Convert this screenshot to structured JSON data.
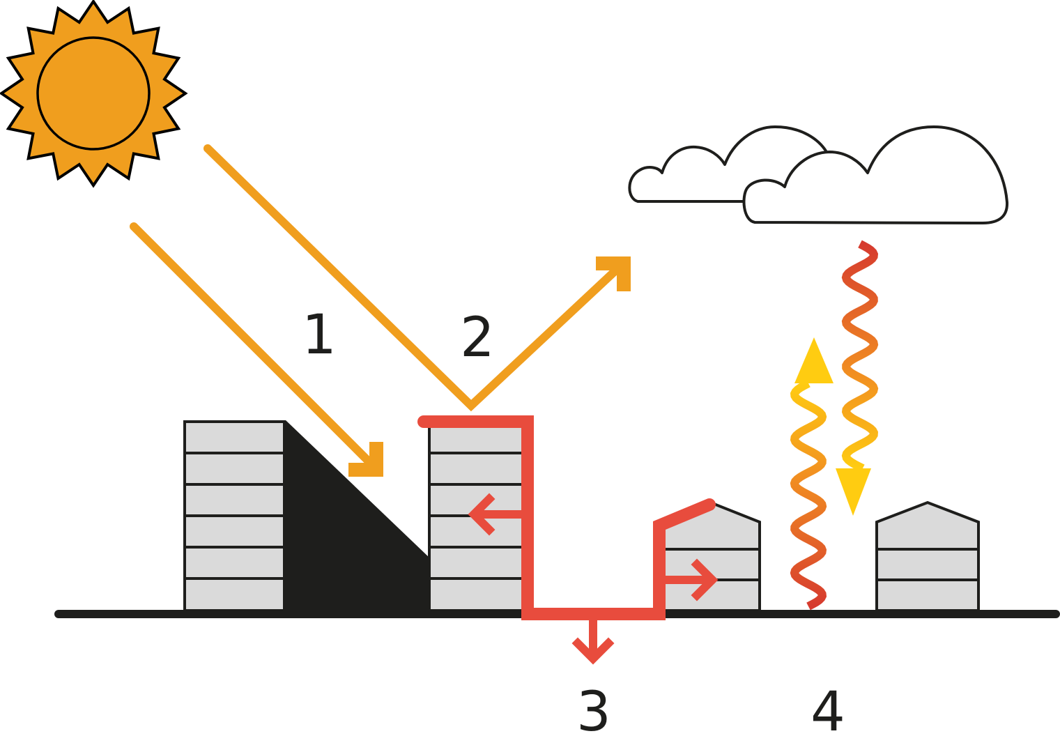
{
  "diagram": {
    "labels": [
      {
        "id": "1",
        "text": "1"
      },
      {
        "id": "2",
        "text": "2"
      },
      {
        "id": "3",
        "text": "3"
      },
      {
        "id": "4",
        "text": "4"
      }
    ]
  },
  "colors": {
    "sun": "#f09e1e",
    "sun_ray": "#f09e1e",
    "heat": "#e84c3d",
    "radiation_warm": "#e84c3d",
    "radiation_yellow": "#ffcc11",
    "building_fill": "#dadada",
    "outline": "#1e1e1c",
    "shadow": "#1e1e1c",
    "ground": "#1e1e1c",
    "cloud_fill": "#ffffff"
  },
  "icons": [
    "sun-icon",
    "cloud-icon",
    "building-icon",
    "shadow-shape",
    "arrow-icon",
    "wave-arrow-icon"
  ]
}
